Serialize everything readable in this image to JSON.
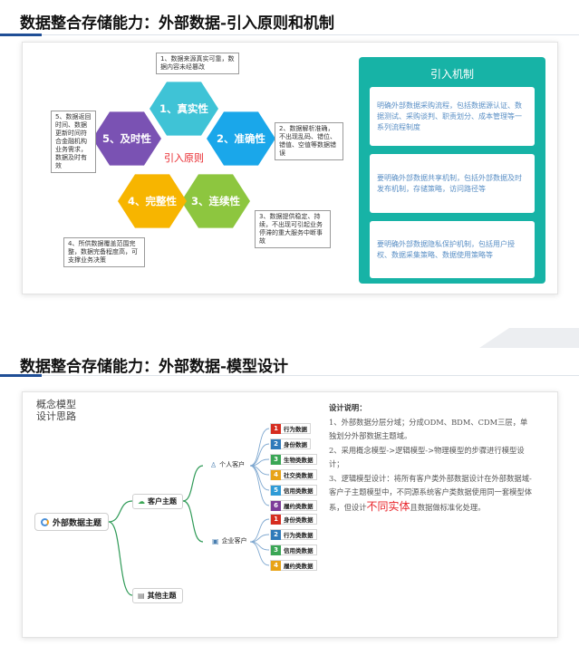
{
  "section1": {
    "title": "数据整合存储能力：外部数据-引入原则和机制",
    "center_label": "引入原则",
    "principles": [
      {
        "label": "1、真实性",
        "color": "#3fc3d6",
        "note": "1、数据来源真实可靠，数据内容未经篡改"
      },
      {
        "label": "2、准确性",
        "color": "#1aa7ea",
        "note": "2、数据解析准确，不出现乱码、错位、错值、空值等数据错误"
      },
      {
        "label": "3、连续性",
        "color": "#8dc63f",
        "note": "3、数据提供稳定、持续，不出现可引起业务停滞的重大服务中断事故"
      },
      {
        "label": "4、完整性",
        "color": "#f7b500",
        "note": "4、所供数据覆盖范围完整，数据完备程度高，可支撑业务决策"
      },
      {
        "label": "5、及时性",
        "color": "#7a52b3",
        "note": "5、数据返回时间、数据更新时间符合金融机构业务需求，数据及时有效"
      }
    ],
    "mechanism": {
      "title": "引入机制",
      "items": [
        "明确外部数据采购流程，包括数据源认证、数据测试、采购谈判、职责划分、成本管理等一系列流程制度",
        "要明确外部数据共享机制，包括外部数据及时发布机制，存储策略，访问路径等",
        "要明确外部数据隐私保护机制，包括用户授权、数据采集策略、数据使用策略等"
      ]
    }
  },
  "section2": {
    "title": "数据整合存储能力：外部数据-模型设计",
    "concept": [
      "概念模型",
      "设计思路"
    ],
    "mindmap": {
      "root": "外部数据主题",
      "customer_branch": "客户主题",
      "other_branch": "其他主题",
      "personal": {
        "label": "个人客户",
        "leaves": [
          {
            "num": "1",
            "label": "行为数据",
            "color": "#d62d20"
          },
          {
            "num": "2",
            "label": "身份数据",
            "color": "#2f7ab9"
          },
          {
            "num": "3",
            "label": "生物类数据",
            "color": "#3aa655"
          },
          {
            "num": "4",
            "label": "社交类数据",
            "color": "#e8a317"
          },
          {
            "num": "5",
            "label": "信用类数据",
            "color": "#2f9bd6"
          },
          {
            "num": "6",
            "label": "履约类数据",
            "color": "#7d3c98"
          }
        ]
      },
      "enterprise": {
        "label": "企业客户",
        "leaves": [
          {
            "num": "1",
            "label": "身份类数据",
            "color": "#d62d20"
          },
          {
            "num": "2",
            "label": "行为类数据",
            "color": "#2f7ab9"
          },
          {
            "num": "3",
            "label": "信用类数据",
            "color": "#3aa655"
          },
          {
            "num": "4",
            "label": "履约类数据",
            "color": "#e8a317"
          }
        ]
      }
    },
    "description": {
      "heading": "设计说明：",
      "p1": "1、外部数据分层分域；分成ODM、BDM、CDM三层，单独划分外部数据主题域。",
      "p2": "2、采用概念模型->逻辑模型->物理模型的步骤进行模型设计；",
      "p3_before": "3、逻辑模型设计：将所有客户类外部数据设计在外部数据域-客户子主题模型中，不同源系统客户类数据使用同一套模型体系，但设计",
      "p3_highlight": "不同实体",
      "p3_after": "且数据做标准化处理。",
      "highlight_color": "#e8252b"
    }
  }
}
